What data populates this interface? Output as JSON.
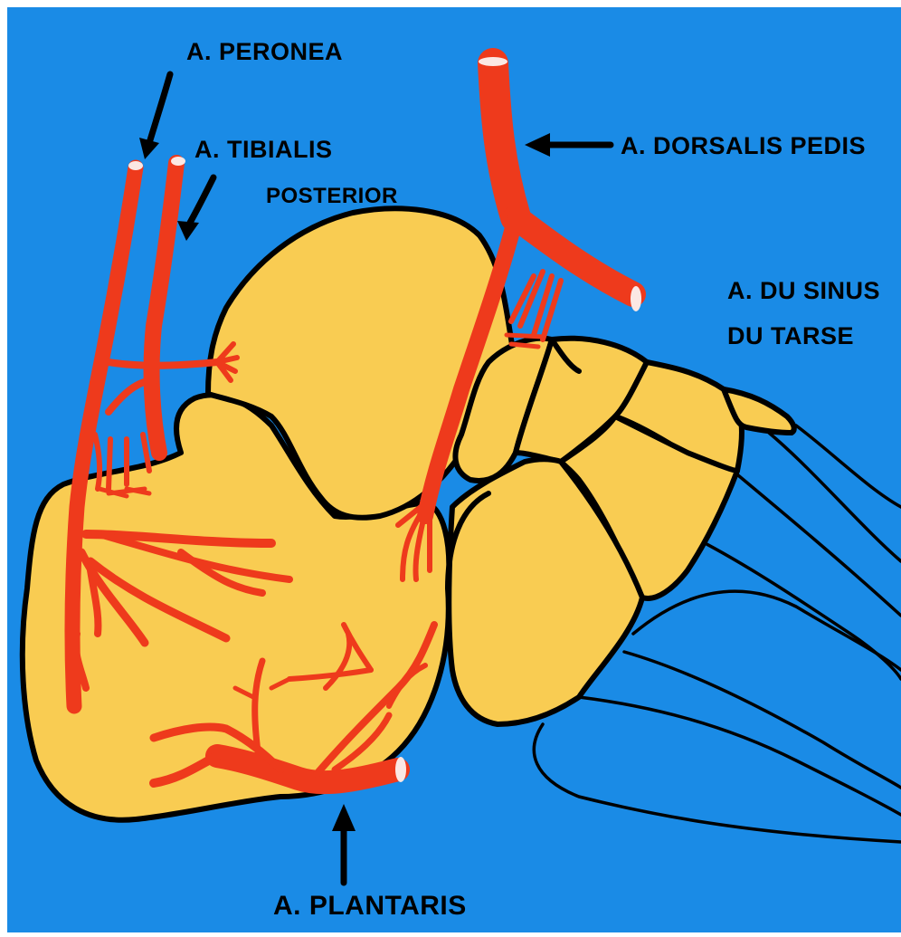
{
  "colors": {
    "background": "#1a8be6",
    "bone": "#f9cc52",
    "artery": "#ee3a1c",
    "outline": "#000000",
    "frame": "#ffffff"
  },
  "labels": {
    "peronea": "A. PERONEA",
    "tibialis_line1": "A. TIBIALIS",
    "tibialis_line2": "POSTERIOR",
    "dorsalis": "A. DORSALIS  PEDIS",
    "sinus_line1": "A. DU SINUS",
    "sinus_line2": "DU  TARSE",
    "plantaris": "A. PLANTARIS"
  }
}
